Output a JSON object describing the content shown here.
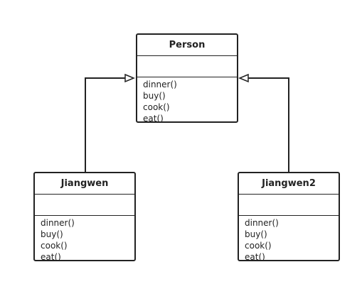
{
  "classes": {
    "person": {
      "name": "Person",
      "methods": [
        "dinner()",
        "buy()",
        "cook()",
        "eat()"
      ]
    },
    "jiangwen": {
      "name": "Jiangwen",
      "methods": [
        "dinner()",
        "buy()",
        "cook()",
        "eat()"
      ]
    },
    "jiangwen2": {
      "name": "Jiangwen2",
      "methods": [
        "dinner()",
        "buy()",
        "cook()",
        "eat()"
      ]
    }
  },
  "relations": [
    {
      "type": "generalization",
      "from": "jiangwen",
      "to": "person"
    },
    {
      "type": "generalization",
      "from": "jiangwen2",
      "to": "person"
    }
  ],
  "colors": {
    "line": "#222222",
    "background": "#ffffff"
  }
}
